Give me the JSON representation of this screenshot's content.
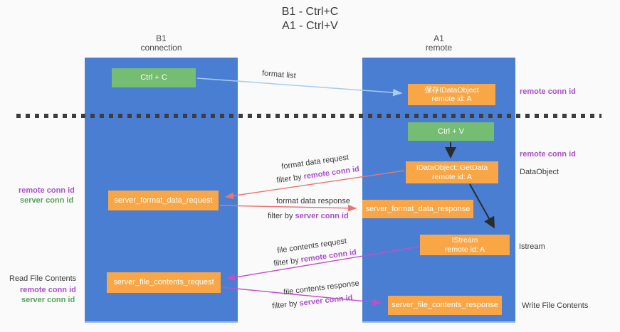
{
  "title": {
    "line1": "B1 - Ctrl+C",
    "line2": "A1 - Ctrl+V"
  },
  "columns": {
    "left": {
      "name": "B1",
      "subtitle": "connection"
    },
    "right": {
      "name": "A1",
      "subtitle": "remote"
    }
  },
  "nodes": {
    "ctrl_c": {
      "label": "Ctrl + C"
    },
    "ctrl_v": {
      "label": "Ctrl + V"
    },
    "save_dataobject": {
      "line1": "保存IDataObject",
      "line2": "remote id: A"
    },
    "getdata": {
      "line1": "IDataObject::GetData",
      "line2": "remote id: A"
    },
    "istream": {
      "line1": "IStream",
      "line2": "remote id: A"
    },
    "server_format_data_request": {
      "label": "server_format_data_request"
    },
    "server_format_data_response": {
      "label": "server_format_data_response"
    },
    "server_file_contents_request": {
      "label": "server_file_contents_request"
    },
    "server_file_contents_response": {
      "label": "server_file_contents_response"
    }
  },
  "arrow_labels": {
    "format_list": "format list",
    "format_data_request": "format data request",
    "format_data_response": "format data response",
    "file_contents_request": "file contents request",
    "file_contents_response": "file contents response",
    "filter_by": "filter by ",
    "remote_conn_id": "remote conn id",
    "server_conn_id": "server conn id"
  },
  "side_labels": {
    "right_remote_conn_id_top": "remote conn id",
    "right_remote_conn_id_mid": "remote conn id",
    "dataobject": "DataObject",
    "istream": "Istream",
    "write_file_contents": "Write File Contents",
    "left_remote_conn_id_top": "remote conn id",
    "left_server_conn_id_top": "server conn id",
    "read_file_contents": "Read File Contents",
    "left_remote_conn_id_bottom": "remote conn id",
    "left_server_conn_id_bottom": "server conn id"
  },
  "colors": {
    "column_blue": "#4a7ed2",
    "node_green": "#74bd72",
    "node_orange": "#f9a646",
    "label_purple": "#a950cb",
    "label_green": "#55a45b",
    "arrow_red": "#e87673",
    "arrow_magenta": "#c24fc6",
    "arrow_lightblue": "#a5cdec",
    "arrow_black": "#2b2b2b",
    "background": "#fafafa"
  }
}
